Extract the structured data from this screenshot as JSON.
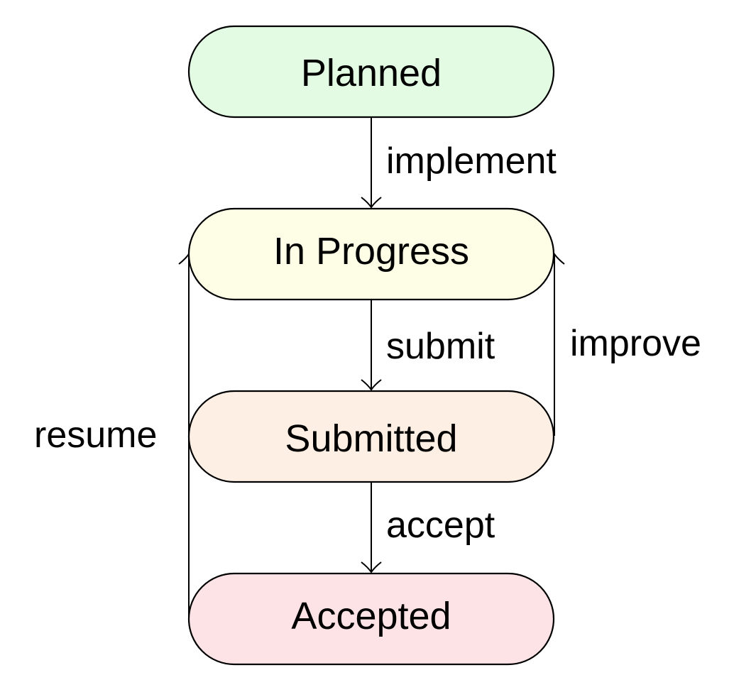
{
  "states": [
    {
      "id": "planned",
      "label": "Planned",
      "fill": "#e2fbe2"
    },
    {
      "id": "in_progress",
      "label": "In Progress",
      "fill": "#fefee6"
    },
    {
      "id": "submitted",
      "label": "Submitted",
      "fill": "#fdefe4"
    },
    {
      "id": "accepted",
      "label": "Accepted",
      "fill": "#fde3e5"
    }
  ],
  "transitions": [
    {
      "id": "implement",
      "label": "implement",
      "from": "planned",
      "to": "in_progress"
    },
    {
      "id": "submit",
      "label": "submit",
      "from": "in_progress",
      "to": "submitted"
    },
    {
      "id": "accept",
      "label": "accept",
      "from": "submitted",
      "to": "accepted"
    },
    {
      "id": "improve",
      "label": "improve",
      "from": "submitted",
      "to": "in_progress"
    },
    {
      "id": "resume",
      "label": "resume",
      "from": "accepted",
      "to": "in_progress"
    }
  ],
  "colors": {
    "stroke": "#000000",
    "background": "#ffffff"
  }
}
